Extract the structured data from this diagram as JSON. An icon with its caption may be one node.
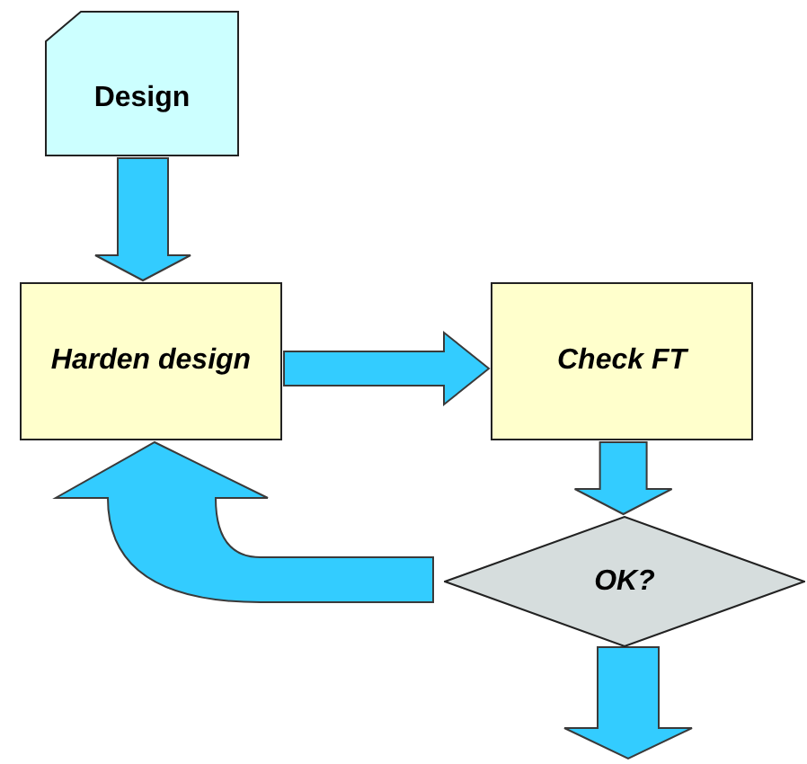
{
  "diagram": {
    "nodes": [
      {
        "text": [
          "Design"
        ]
      },
      {
        "text": [
          "Harden design"
        ]
      },
      {
        "text": [
          "Check FT"
        ]
      },
      {
        "text": [
          "OK?"
        ]
      }
    ],
    "edges": [
      {
        "from": 0,
        "to": 1,
        "arrow": "to"
      },
      {
        "from": 1,
        "to": 2,
        "arrow": "to"
      },
      {
        "from": 2,
        "to": 3,
        "arrow": "to"
      },
      {
        "from": 3,
        "to": 1,
        "arrow": "to"
      },
      {
        "from": 3,
        "to": null,
        "arrow": "to"
      }
    ]
  }
}
